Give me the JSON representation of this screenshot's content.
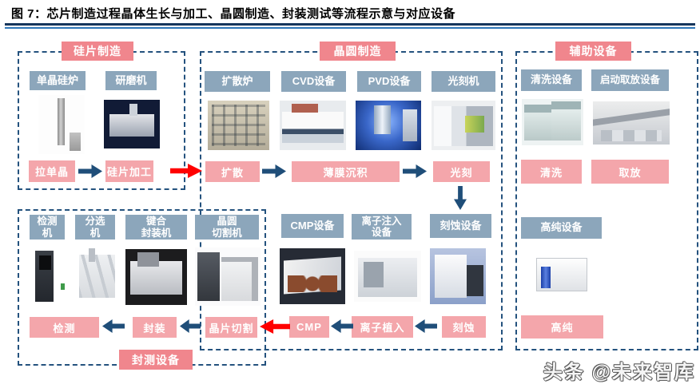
{
  "figure": {
    "title": "图 7：芯片制造过程晶体生长与加工、晶圆制造、封装测试等流程示意与对应设备",
    "watermark": "头条 @未来智库"
  },
  "colors": {
    "section_header_pink": "#f0868d",
    "step_label_pink": "#f4a6ab",
    "equipment_label_blue": "#8ca6bb",
    "flow_arrow_navy": "#1f4e79",
    "flow_arrow_red": "#ff0000",
    "box_border_navy": "#24527e",
    "title_rule_navy": "#16365c"
  },
  "sections": {
    "silicon": {
      "header": "硅片制造",
      "equipment": [
        "单晶硅炉",
        "研磨机"
      ],
      "steps": [
        "拉单晶",
        "硅片加工"
      ]
    },
    "wafer": {
      "header": "晶圆制造",
      "row1_equipment": [
        "扩散炉",
        "CVD设备",
        "PVD设备",
        "光刻机"
      ],
      "row1_steps": [
        "扩散",
        "薄膜沉积",
        "光刻"
      ],
      "row2_equipment": [
        "CMP设备",
        "离子注入\n设备",
        "刻蚀设备"
      ],
      "row2_steps": [
        "CMP",
        "离子植入",
        "刻蚀"
      ]
    },
    "auxiliary": {
      "header": "辅助设备",
      "row1_equipment": [
        "清洗设备",
        "启动取放设备"
      ],
      "row1_steps": [
        "清洗",
        "取放"
      ],
      "row2_equipment": [
        "高纯设备"
      ],
      "row2_steps": [
        "高纯"
      ]
    },
    "packaging": {
      "header": "封测设备",
      "equipment": [
        "检测\n机",
        "分选\n机",
        "键合\n封装机",
        "晶圆\n切割机"
      ],
      "steps": [
        "检测",
        "封装",
        "晶片切割"
      ]
    }
  }
}
